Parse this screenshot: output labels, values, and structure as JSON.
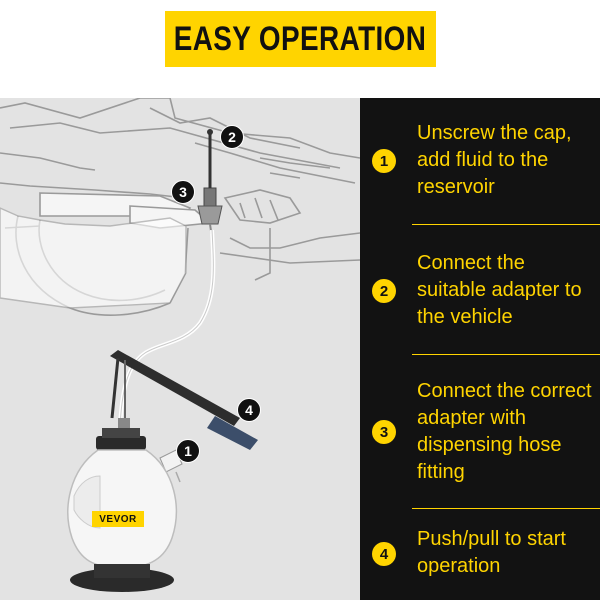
{
  "header": {
    "title": "EASY OPERATION"
  },
  "illustration": {
    "brand": "VEVOR",
    "callouts": [
      "1",
      "2",
      "3",
      "4"
    ]
  },
  "steps": [
    {
      "number": "1",
      "text": "Unscrew the cap, add fluid to the reservoir"
    },
    {
      "number": "2",
      "text": "Connect the suitable adapter to the vehicle"
    },
    {
      "number": "3",
      "text": "Connect the correct adapter with dispensing hose fitting"
    },
    {
      "number": "4",
      "text": "Push/pull to start operation"
    }
  ],
  "colors": {
    "accent": "#ffd400",
    "panel": "#121212",
    "illustration_bg": "#e3e3e3"
  }
}
